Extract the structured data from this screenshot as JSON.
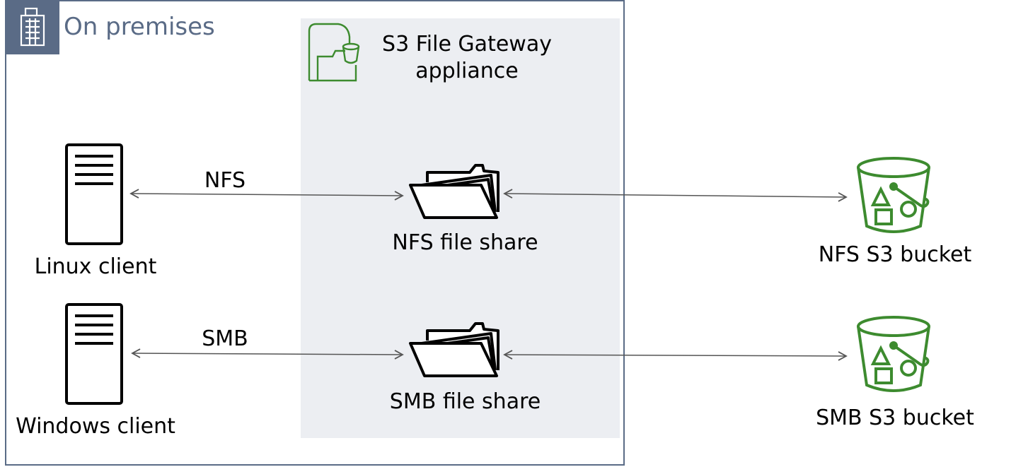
{
  "region": {
    "title": "On premises",
    "icon": "office-building-icon",
    "border_color": "#5a6b86"
  },
  "gateway": {
    "title_line1": "S3 File Gateway",
    "title_line2": "appliance",
    "icon": "file-gateway-icon",
    "background": "#eceef2",
    "accent": "#3d8b2f"
  },
  "clients": [
    {
      "label": "Linux client",
      "icon": "server-icon"
    },
    {
      "label": "Windows client",
      "icon": "server-icon"
    }
  ],
  "protocols": [
    {
      "label": "NFS"
    },
    {
      "label": "SMB"
    }
  ],
  "file_shares": [
    {
      "label": "NFS file share",
      "icon": "folder-icon"
    },
    {
      "label": "SMB file share",
      "icon": "folder-icon"
    }
  ],
  "buckets": [
    {
      "label": "NFS S3 bucket",
      "icon": "s3-bucket-icon"
    },
    {
      "label": "SMB S3 bucket",
      "icon": "s3-bucket-icon"
    }
  ],
  "colors": {
    "arrow": "#555555",
    "bucket": "#3d8b2f",
    "text": "#000000"
  }
}
